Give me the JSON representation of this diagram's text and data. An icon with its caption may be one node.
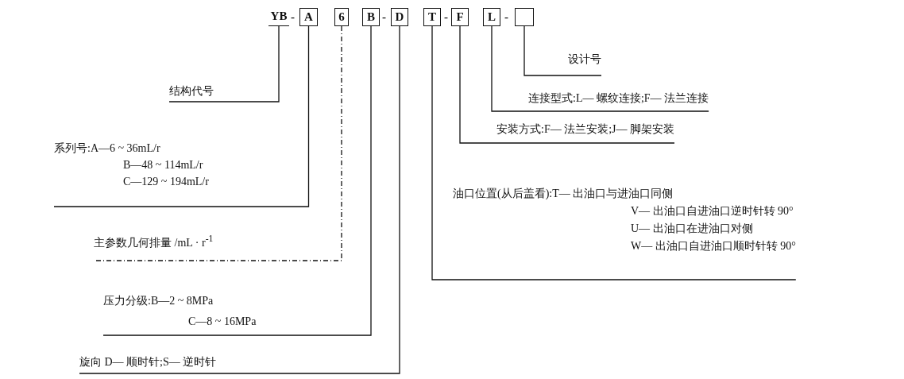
{
  "diagram": {
    "nodes": [
      {
        "text": [
          "YB"
        ]
      },
      {
        "text": [
          "A"
        ]
      },
      {
        "text": [
          "6"
        ]
      },
      {
        "text": [
          "B"
        ]
      },
      {
        "text": [
          "D"
        ]
      },
      {
        "text": [
          "T"
        ]
      },
      {
        "text": [
          "F"
        ]
      },
      {
        "text": [
          "L"
        ]
      },
      {
        "text": [],
        "shape": "box"
      },
      {
        "text": [
          "设计号"
        ]
      },
      {
        "text": [
          "结构代号"
        ]
      },
      {
        "text": [
          "连接型式:L— 螺纹连接;F— 法兰连接"
        ]
      },
      {
        "text": [
          "安装方式:F— 法兰安装;J— 脚架安装"
        ]
      },
      {
        "text": [
          "系列号:A—6 ~ 36mL/r B—48 ~ 114mL/r C—129 ~ 194mL/r"
        ]
      },
      {
        "text": [
          "油口位置(从后盖看):T— 出油口与进油口同侧 V— 出油口自进油口逆时针转 90° U— 出油口在进油口对侧 W— 出油口自进油口顺时针转 90°"
        ]
      },
      {
        "text": [
          "主参数几何排量 /mL · r$^{-1}$"
        ]
      },
      {
        "text": [
          "压力分级:B—2 ~ 8MPa C—8 ~ 16MPa"
        ]
      },
      {
        "text": [
          "旋向 D— 顺时针;S— 逆时针"
        ]
      }
    ],
    "edges": [
      {
        "from": 0,
        "to": 10,
        "arrow": "none"
      },
      {
        "from": 1,
        "to": 13,
        "arrow": "none"
      },
      {
        "from": 2,
        "to": 15,
        "arrow": "none",
        "style": "dashed"
      },
      {
        "from": 3,
        "to": 16,
        "arrow": "none"
      },
      {
        "from": 4,
        "to": 17,
        "arrow": "none"
      },
      {
        "from": 5,
        "to": 14,
        "arrow": "none"
      },
      {
        "from": 6,
        "to": 12,
        "arrow": "none"
      },
      {
        "from": 7,
        "to": 11,
        "arrow": "none"
      },
      {
        "from": 8,
        "to": 9,
        "arrow": "none"
      }
    ],
    "labels": [
      "-",
      "-",
      "-",
      "-"
    ]
  }
}
